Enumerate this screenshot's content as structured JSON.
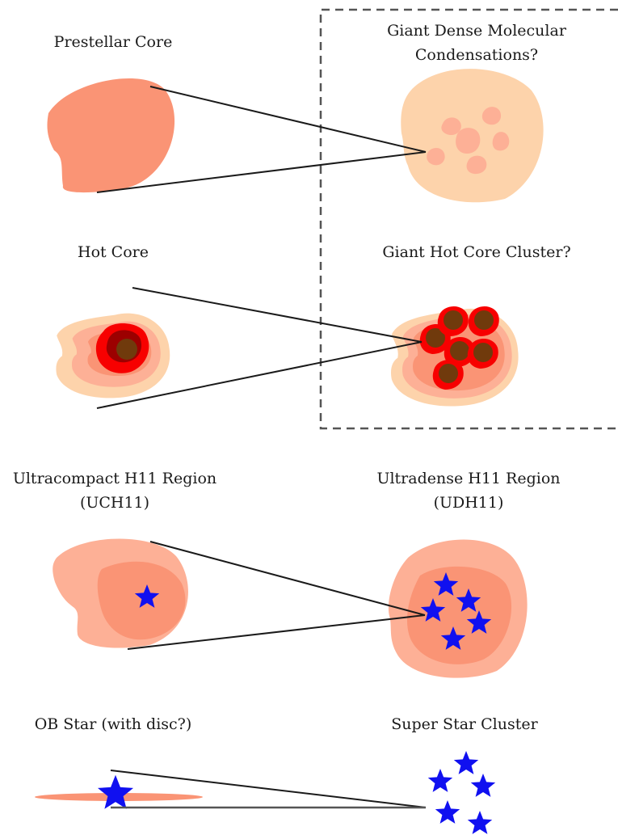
{
  "stages": {
    "prestellar_core": {
      "label": "Prestellar Core"
    },
    "giant_dense_condensations": {
      "line1": "Giant Dense Molecular",
      "line2": "Condensations?"
    },
    "hot_core": {
      "label": "Hot Core"
    },
    "giant_hot_core_cluster": {
      "label": "Giant Hot Core Cluster?"
    },
    "uchii_region": {
      "line1": "Ultracompact H11 Region",
      "line2": "(UCH11)"
    },
    "udhii_region": {
      "line1": "Ultradense H11 Region",
      "line2": "(UDH11)"
    },
    "ob_star": {
      "label": "OB Star (with disc?)"
    },
    "super_star_cluster": {
      "label": "Super Star Cluster"
    }
  },
  "colors": {
    "pale_peach": "#fdd3ab",
    "light_salmon": "#fdb096",
    "salmon": "#fa9475",
    "core_salmon": "#f28872",
    "bright_red": "#f70000",
    "dark_red": "#9c0000",
    "brown": "#703a0c",
    "star_blue": "#1010f0",
    "line": "#1a1a1a",
    "dashed_box": "#555555"
  }
}
